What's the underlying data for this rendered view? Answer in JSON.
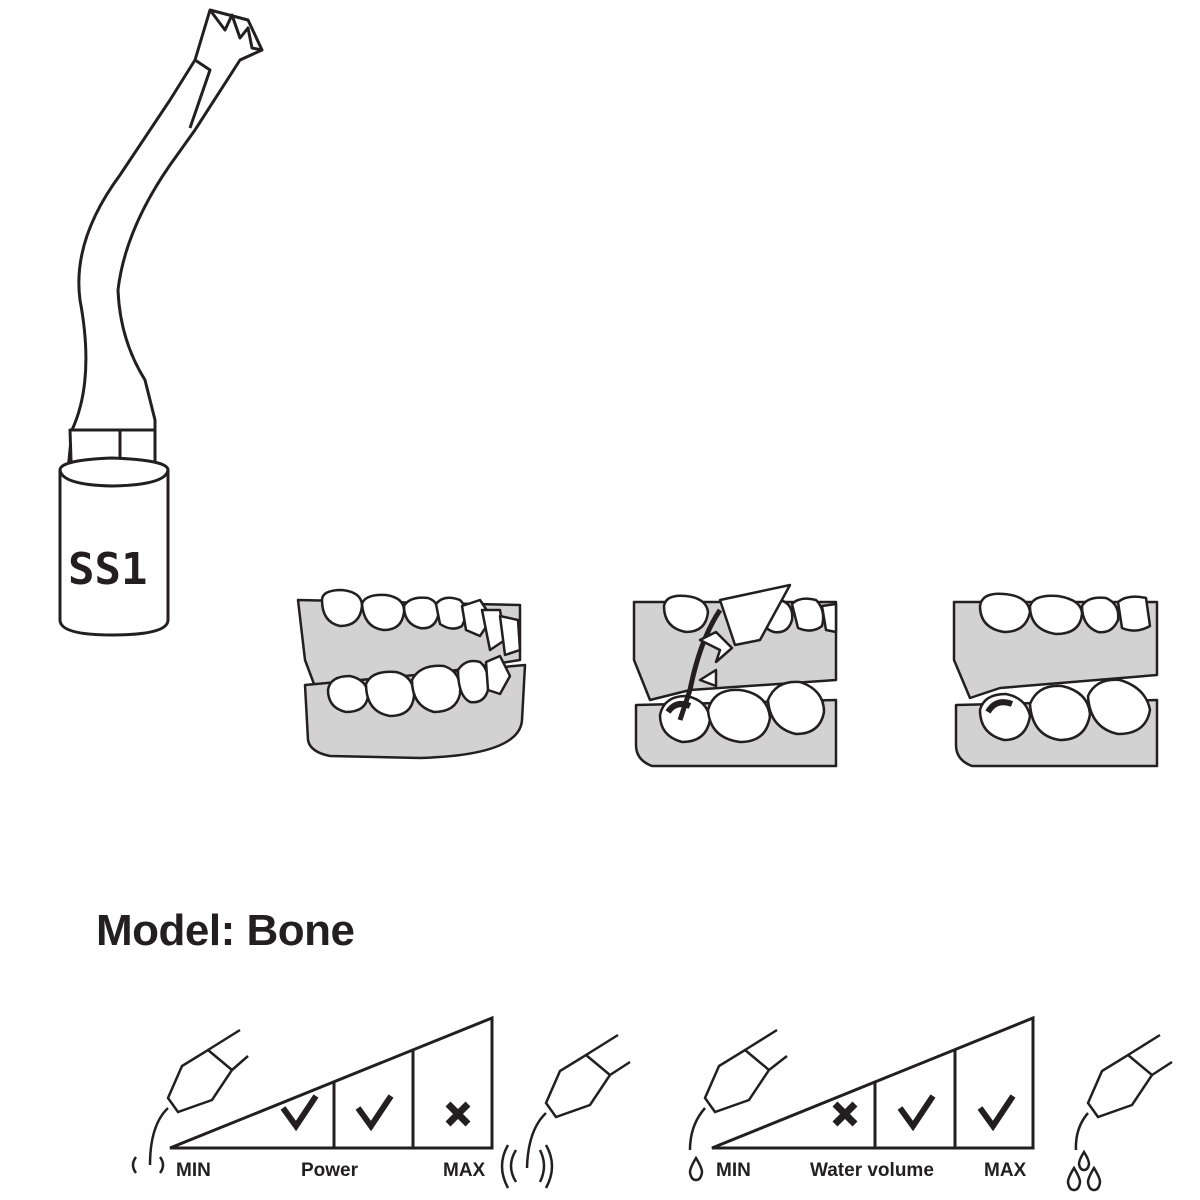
{
  "tool": {
    "code": "SS1"
  },
  "model_title": "Model: Bone",
  "power_scale": {
    "min_label": "MIN",
    "label": "Power",
    "max_label": "MAX",
    "levels": [
      "ok",
      "ok",
      "not-recommended"
    ]
  },
  "water_scale": {
    "min_label": "MIN",
    "label": "Water volume",
    "max_label": "MAX",
    "levels": [
      "not-recommended",
      "ok",
      "ok"
    ]
  },
  "colors": {
    "ink": "#231f20",
    "gum": "#d2d2d2"
  }
}
